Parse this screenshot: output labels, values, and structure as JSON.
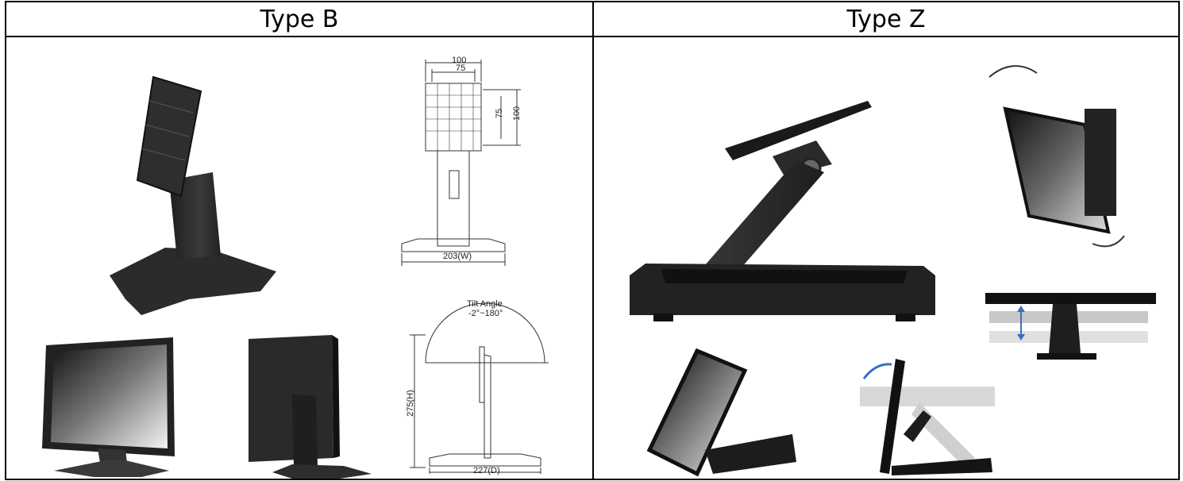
{
  "table": {
    "headers": [
      "Type B",
      "Type Z"
    ]
  },
  "type_b": {
    "front_drawing": {
      "width_outer": "100",
      "width_inner": "75",
      "height_inner": "75",
      "height_outer": "100",
      "base_width": "203(W)"
    },
    "side_drawing": {
      "tilt_title": "Tilt Angle",
      "tilt_range": "-2°~180°",
      "height": "275(H)",
      "depth": "227(D)"
    }
  },
  "colors": {
    "border": "#000000",
    "stand": "#2b2b2b",
    "drawing_line": "#333333",
    "arrow_blue": "#3a6fc0"
  }
}
